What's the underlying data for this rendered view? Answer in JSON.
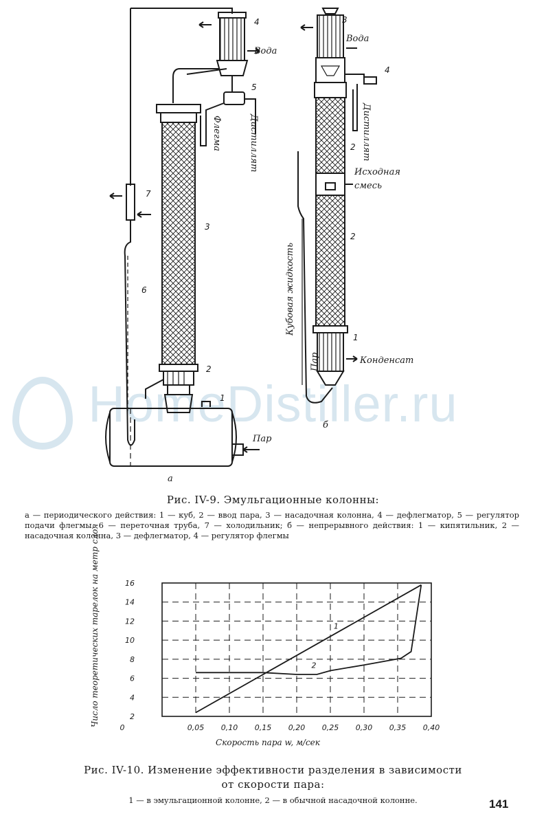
{
  "figure_left": {
    "labels": {
      "n1": "1",
      "n2": "2",
      "n3": "3",
      "n4": "4",
      "n5": "5",
      "n6": "6",
      "n7": "7",
      "voda": "Вода",
      "flegma": "Флегма",
      "distillat": "Дистиллят",
      "par": "Пар",
      "sub": "а"
    }
  },
  "figure_right": {
    "labels": {
      "n1": "1",
      "n2a": "2",
      "n2b": "2",
      "n3": "3",
      "n4": "4",
      "voda": "Вода",
      "distillat": "Дистиллят",
      "iskh1": "Исходная",
      "iskh2": "смесь",
      "kubovaya": "Кубовая жидкость",
      "par": "Пар",
      "kondensat": "Конденсат",
      "sub": "б"
    }
  },
  "watermark": "HomeDistiller.ru",
  "caption1": {
    "title": "Рис. IV-9. Эмульгационные колонны:",
    "body": "а — периодического действия: 1 — куб, 2 — ввод пара, 3 — насадочная колонна, 4 — дефлегматор, 5 — регулятор подачи флегмы, 6 — переточная труба, 7 — холодильник; б — непрерывного действия: 1 — кипятильник, 2 — насадочная колонна, 3 — дефлегматор, 4 — регулятор флегмы"
  },
  "chart_data": {
    "type": "line",
    "xlabel": "Скорость пара w, м/сек",
    "ylabel": "Число теоретических тарелок на метр слоя",
    "xlim": [
      0,
      0.4
    ],
    "ylim": [
      2,
      16
    ],
    "x_ticks": [
      "0",
      "0,05",
      "0,10",
      "0,15",
      "0,20",
      "0,25",
      "0,30",
      "0,35",
      "0,40"
    ],
    "y_ticks": [
      "2",
      "4",
      "6",
      "8",
      "10",
      "12",
      "14",
      "16"
    ],
    "grid": true,
    "series": [
      {
        "name": "1",
        "x": [
          0.05,
          0.385
        ],
        "y": [
          2.4,
          15.8
        ]
      },
      {
        "name": "2",
        "x": [
          0.05,
          0.1,
          0.15,
          0.2,
          0.23,
          0.25,
          0.3,
          0.355,
          0.37,
          0.385
        ],
        "y": [
          6.6,
          6.6,
          6.6,
          6.4,
          6.4,
          6.8,
          7.4,
          8.1,
          8.8,
          15.8
        ]
      }
    ]
  },
  "caption2": {
    "title_line1": "Рис. IV-10. Изменение эффективности разделения в зависимости",
    "title_line2": "от скорости пара:",
    "body": "1 — в эмульгационной колонне, 2 — в обычной насадочной колонне."
  },
  "page_number": "141"
}
